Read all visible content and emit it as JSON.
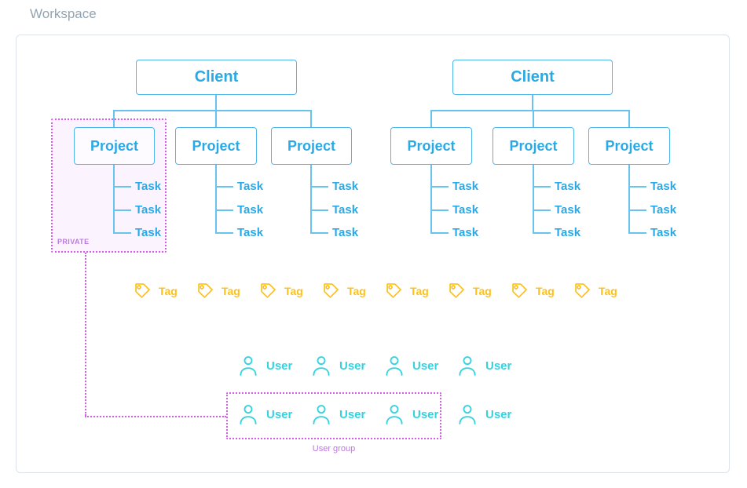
{
  "title": "Workspace",
  "clients": [
    {
      "label": "Client",
      "projects": [
        {
          "label": "Project",
          "private": true,
          "tasks": [
            "Task",
            "Task",
            "Task"
          ]
        },
        {
          "label": "Project",
          "private": false,
          "tasks": [
            "Task",
            "Task",
            "Task"
          ]
        },
        {
          "label": "Project",
          "private": false,
          "tasks": [
            "Task",
            "Task",
            "Task"
          ]
        }
      ]
    },
    {
      "label": "Client",
      "projects": [
        {
          "label": "Project",
          "private": false,
          "tasks": [
            "Task",
            "Task",
            "Task"
          ]
        },
        {
          "label": "Project",
          "private": false,
          "tasks": [
            "Task",
            "Task",
            "Task"
          ]
        },
        {
          "label": "Project",
          "private": false,
          "tasks": [
            "Task",
            "Task",
            "Task"
          ]
        }
      ]
    }
  ],
  "private": {
    "badge": "PRIVATE"
  },
  "tags": [
    "Tag",
    "Tag",
    "Tag",
    "Tag",
    "Tag",
    "Tag",
    "Tag",
    "Tag"
  ],
  "users_row": [
    "User",
    "User",
    "User",
    "User"
  ],
  "user_group": {
    "label": "User group",
    "members": [
      "User",
      "User",
      "User"
    ],
    "outside_member": "User"
  },
  "colors": {
    "node_blue": "#29a9e6",
    "line_blue": "#68c3ef",
    "tag_yellow": "#fec019",
    "user_cyan": "#34d3e0",
    "private_magenta": "#d55ce8",
    "private_text": "#bd77e0",
    "title_gray": "#93a5b2",
    "frame_border": "#dce3ea"
  }
}
